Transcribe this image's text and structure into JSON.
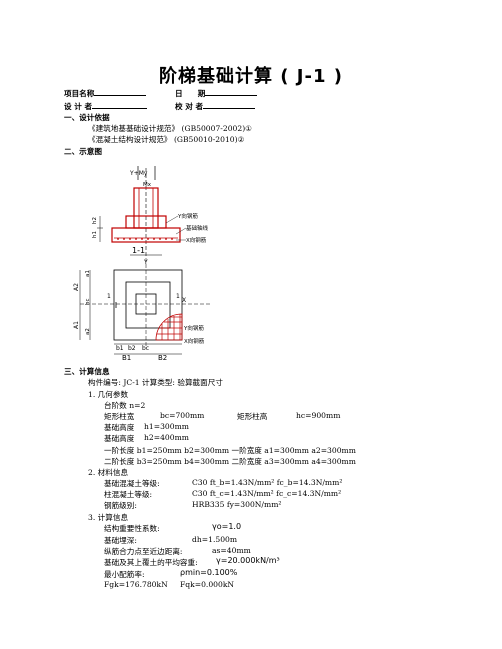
{
  "title": "阶梯基础计算 ( J-1 )",
  "header": {
    "project_label": "项目名称",
    "date_label": "日　　期",
    "designer_label": "设 计 者",
    "checker_label": "校 对 者"
  },
  "sections": {
    "s1": "一、设计依据",
    "s1_ref1": "《建筑地基基础设计规范》 (GB50007-2002)①",
    "s1_ref2": "《混凝土结构设计规范》   (GB50010-2010)②",
    "s2": "二、示意图",
    "s3": "三、计算信息"
  },
  "diagram": {
    "label_y_axis": "Y",
    "label_x_axis": "X",
    "label_section": "1-1",
    "label_1": "1",
    "label_b1": "b1",
    "label_b2": "b2",
    "label_bc": "bc",
    "label_B1": "B1",
    "label_B2": "B2",
    "label_A1": "A1",
    "label_A2": "A2",
    "label_a1": "a1",
    "label_a2": "a2",
    "label_hc": "hc",
    "label_h1": "h1",
    "label_h2": "h2",
    "label_y_bars": "Y向钢筋",
    "label_x_bars": "X向钢筋",
    "label_axis_note": "基础轴线",
    "label_ymark": "Y",
    "label_xmark": "X",
    "label_ymy": "Y+My",
    "label_mx": "Mx"
  },
  "calc": {
    "id_line": "构件编号: JC-1        计算类型: 验算截面尺寸",
    "g1": "1. 几何参数",
    "steps": "台阶数   n=2",
    "col_w_label": "矩形柱宽",
    "col_w_val": "bc=700mm",
    "col_h_label": "矩形柱高",
    "col_h_val": "hc=900mm",
    "h1_label": "基础高度",
    "h1_val": "h1=300mm",
    "h2_label": "基础高度",
    "h2_val": "h2=400mm",
    "row1": "一阶长度 b1=250mm   b2=300mm     一阶宽度 a1=300mm  a2=300mm",
    "row2": "二阶长度 b3=250mm   b4=300mm     二阶宽度 a3=300mm  a4=300mm",
    "g2": "2. 材料信息",
    "conc1_label": "基础混凝土等级:",
    "conc1_val": "C30  ft_b=1.43N/mm²       fc_b=14.3N/mm²",
    "conc2_label": "柱混凝土等级:",
    "conc2_val": "C30  ft_c=1.43N/mm²       fc_c=14.3N/mm²",
    "steel_label": "钢筋级别:",
    "steel_val": "HRB335    fy=300N/mm²",
    "g3": "3. 计算信息",
    "gamma_label": "结构重要性系数:",
    "gamma_val": "γo=1.0",
    "depth_label": "基础埋深:",
    "depth_val": "dh=1.500m",
    "cover_label": "纵筋合力点至近边距离:",
    "cover_val": "as=40mm",
    "weight_label": "基础及其上覆土的平均容重:",
    "weight_val": "γ=20.000kN/m³",
    "rho_label": "最小配筋率:",
    "rho_val": "ρmin=0.100%",
    "fgk": "Fgk=176.780kN",
    "fqk": "Fqk=0.000kN"
  }
}
